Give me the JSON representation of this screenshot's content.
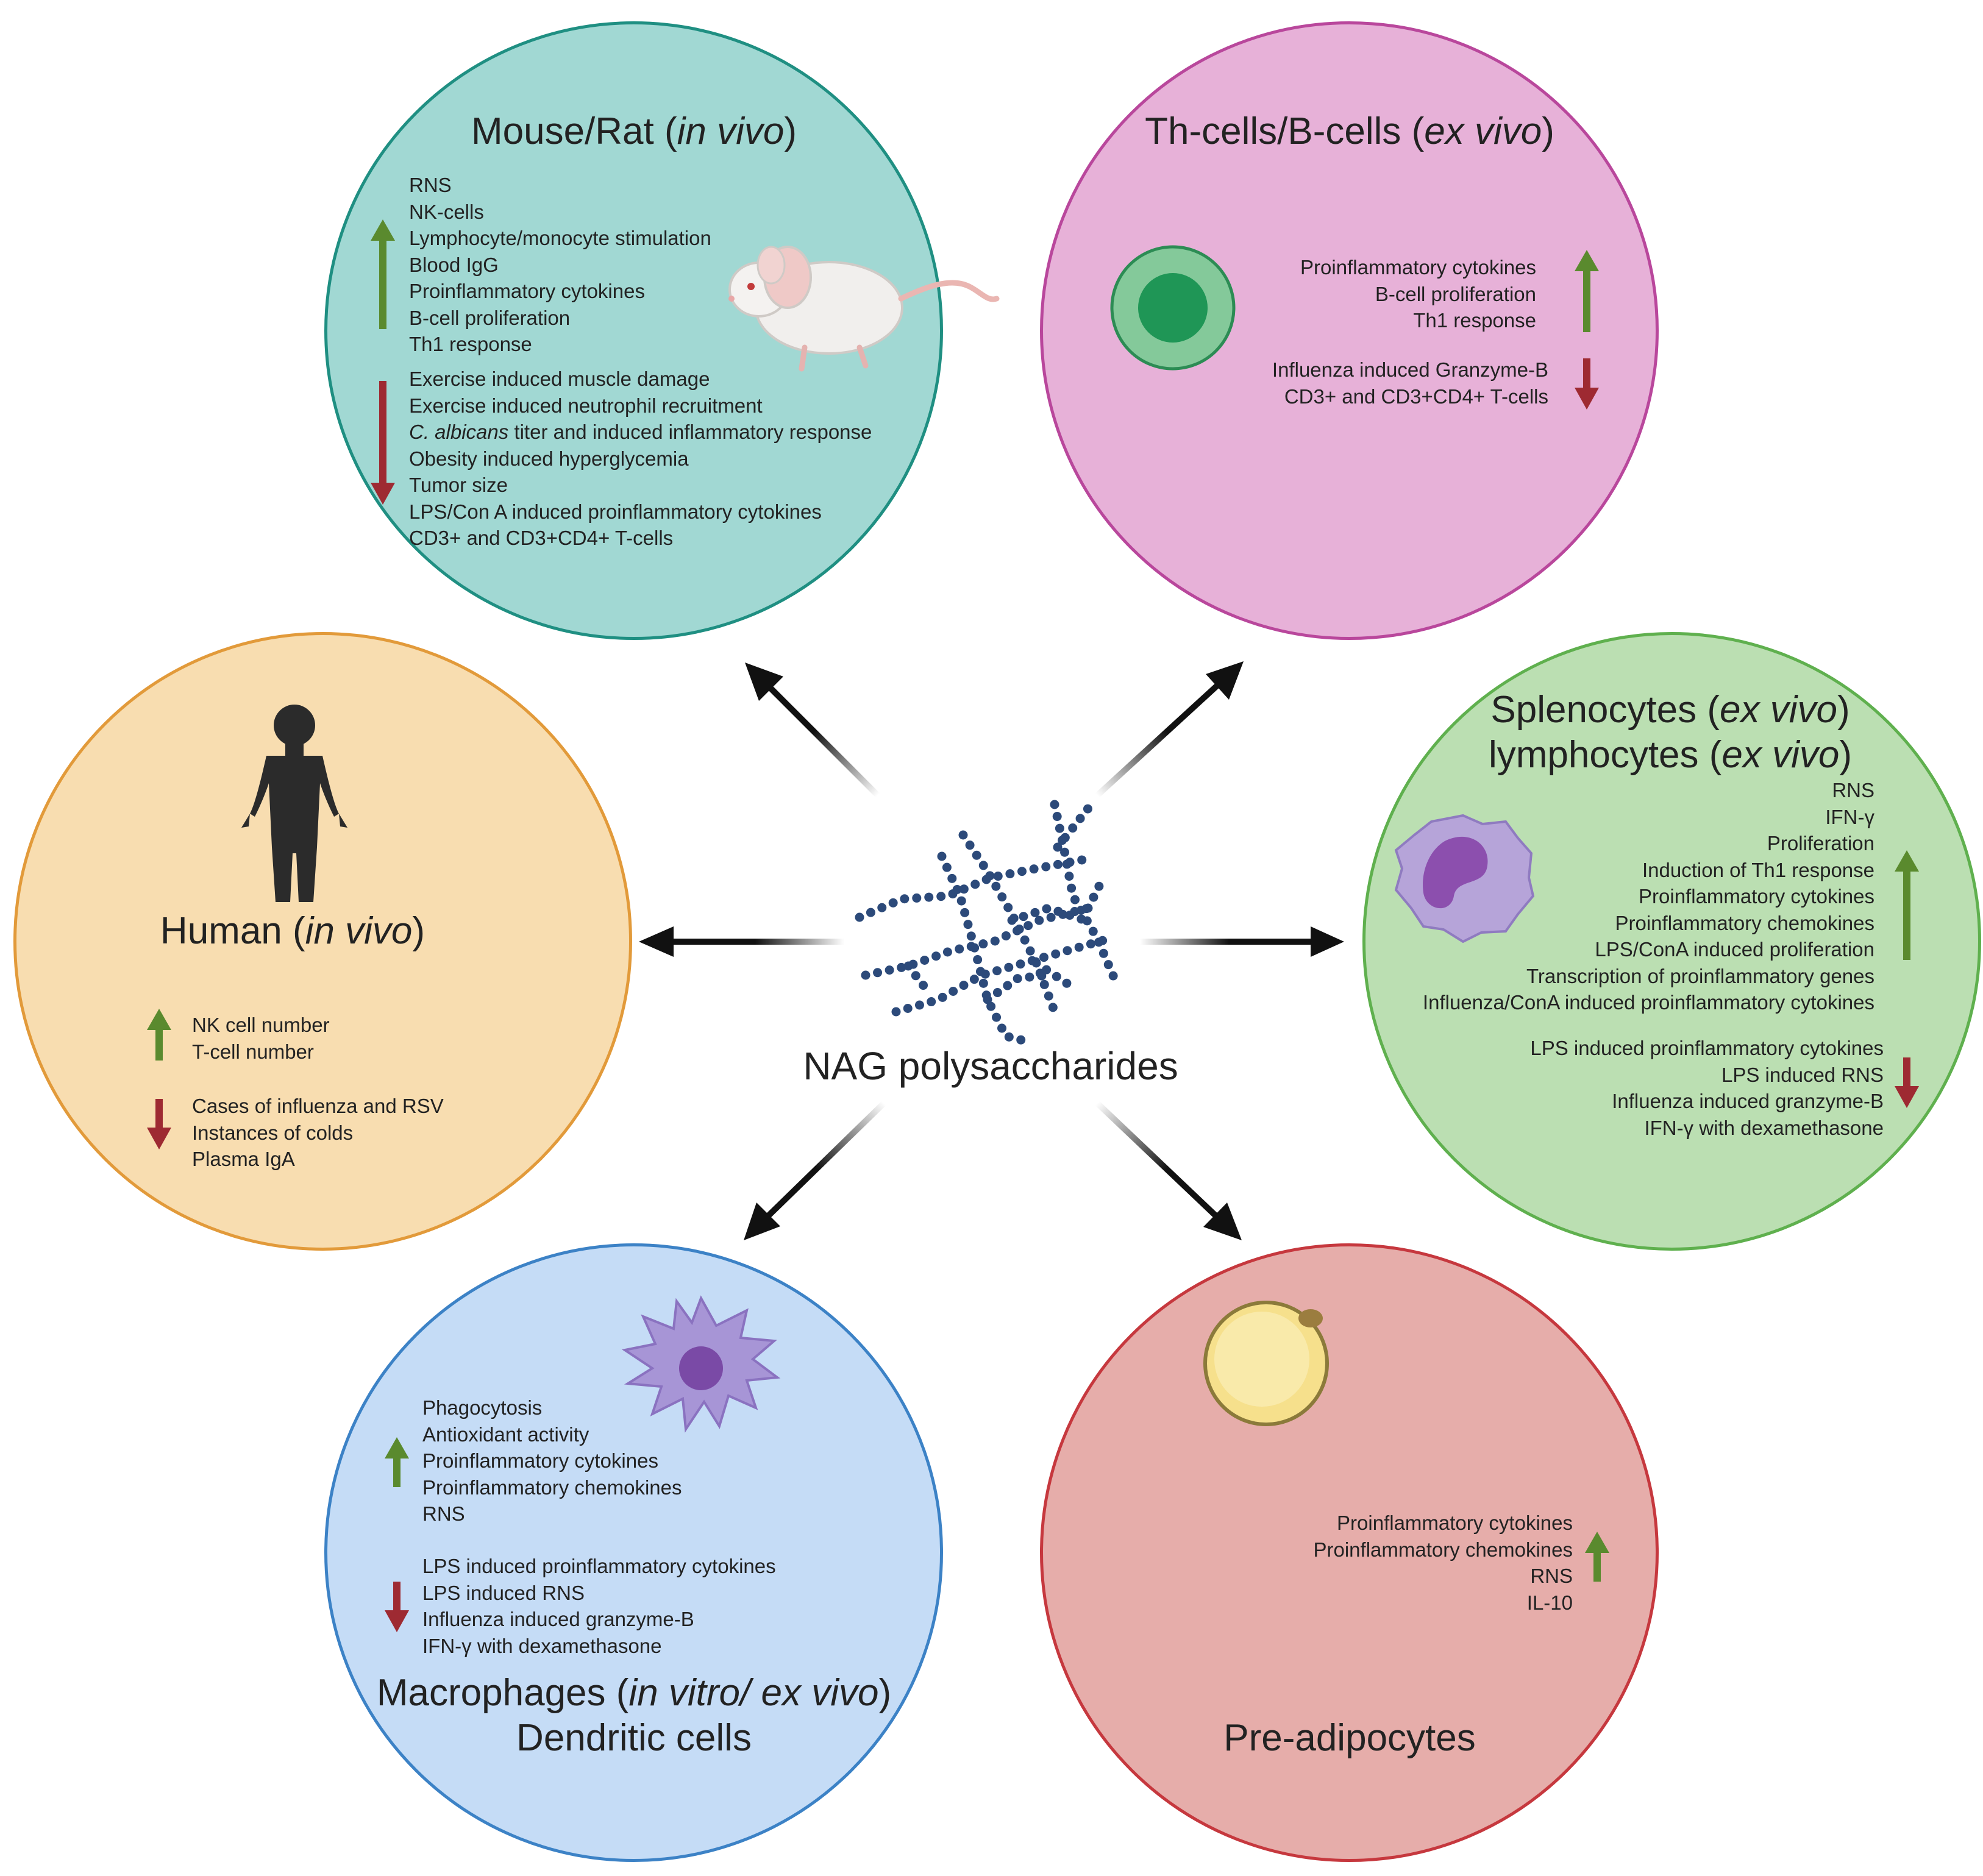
{
  "colors": {
    "up_arrow": "#5a8a2e",
    "down_arrow": "#9e2a32",
    "connector": "#111111"
  },
  "hub": {
    "label": "NAG polysaccharides",
    "icon": "polysaccharide-chain-icon"
  },
  "mouse": {
    "title_pre": "Mouse/Rat (",
    "title_ital": "in vivo",
    "title_post": ")",
    "icon": "mouse-icon",
    "up": [
      "RNS",
      "NK-cells",
      "Lymphocyte/monocyte stimulation",
      "Blood IgG",
      "Proinflammatory cytokines",
      "B-cell proliferation",
      "Th1 response"
    ],
    "down_first_ital": "C. albicans",
    "down": [
      "Exercise induced muscle damage",
      "Exercise induced neutrophil recruitment",
      " titer and induced inflammatory response",
      "Obesity induced hyperglycemia",
      "Tumor size",
      "LPS/Con A induced proinflammatory cytokines",
      "CD3+ and CD3+CD4+ T-cells"
    ]
  },
  "thb": {
    "title_pre": "Th-cells/B-cells (",
    "title_ital": "ex vivo",
    "title_post": ")",
    "icon": "lymphocyte-cell-icon",
    "up": [
      "Proinflammatory cytokines",
      "B-cell proliferation",
      "Th1 response"
    ],
    "down": [
      "Influenza induced Granzyme-B",
      "CD3+ and CD3+CD4+ T-cells"
    ]
  },
  "human": {
    "title_pre": "Human (",
    "title_ital": "in vivo",
    "title_post": ")",
    "icon": "human-silhouette-icon",
    "up": [
      "NK cell number",
      "T-cell number"
    ],
    "down": [
      "Cases of influenza and RSV",
      "Instances of colds",
      "Plasma IgA"
    ]
  },
  "spleno": {
    "title1_pre": "Splenocytes (",
    "title1_ital": "ex vivo",
    "title1_post": ")",
    "title2_pre": "lymphocytes (",
    "title2_ital": "ex vivo",
    "title2_post": ")",
    "icon": "splenocyte-cell-icon",
    "up": [
      "RNS",
      "IFN-γ",
      "Proliferation",
      "Induction of Th1 response",
      "Proinflammatory cytokines",
      "Proinflammatory chemokines",
      "LPS/ConA induced proliferation",
      "Transcription of proinflammatory genes",
      "Influenza/ConA induced proinflammatory cytokines"
    ],
    "down": [
      "LPS induced proinflammatory cytokines",
      "LPS induced RNS",
      "Influenza induced granzyme-B",
      "IFN-γ with dexamethasone"
    ]
  },
  "macro": {
    "title1_pre": "Macrophages (",
    "title1_ital": "in vitro/ ex vivo",
    "title1_post": ")",
    "title2": "Dendritic cells",
    "icon": "macrophage-cell-icon",
    "up": [
      "Phagocytosis",
      "Antioxidant activity",
      "Proinflammatory cytokines",
      "Proinflammatory chemokines",
      "RNS"
    ],
    "down": [
      "LPS induced proinflammatory cytokines",
      "LPS induced RNS",
      "Influenza induced granzyme-B",
      "IFN-γ with dexamethasone"
    ]
  },
  "preadipo": {
    "title": "Pre-adipocytes",
    "icon": "adipocyte-cell-icon",
    "up": [
      "Proinflammatory cytokines",
      "Proinflammatory chemokines",
      "RNS",
      "IL-10"
    ]
  }
}
